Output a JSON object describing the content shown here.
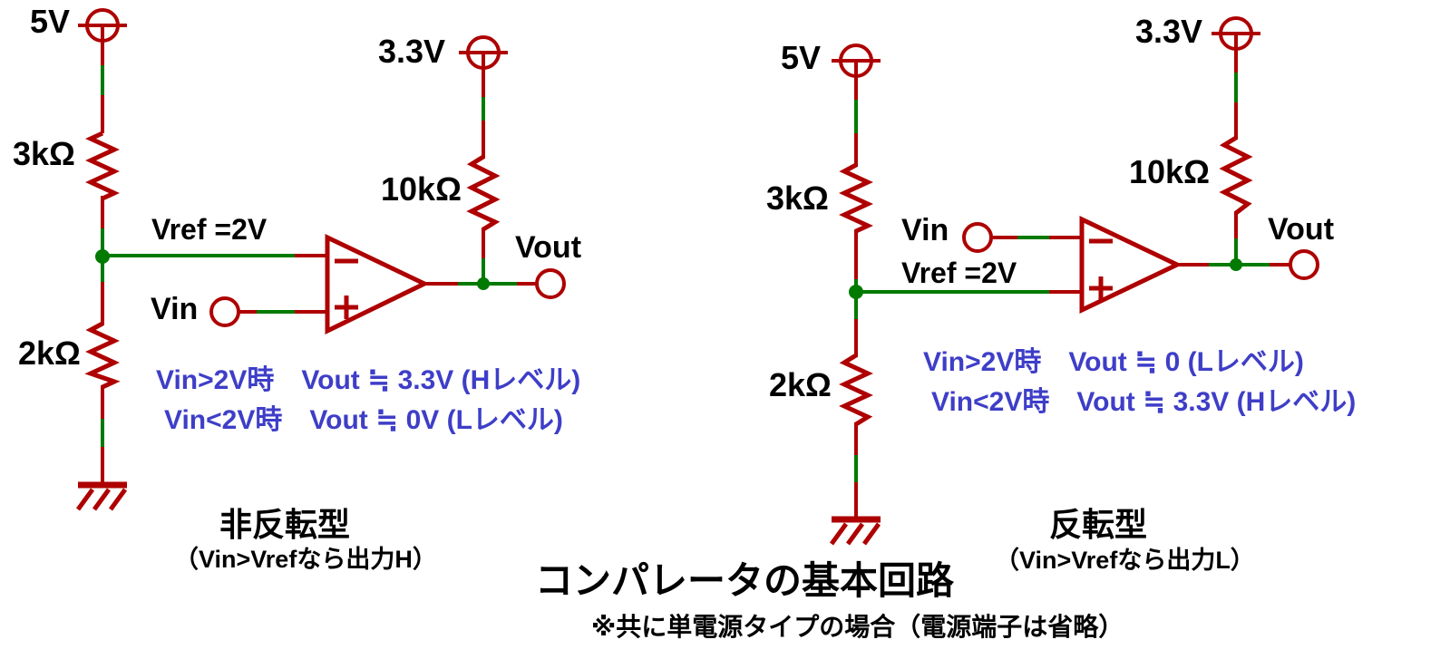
{
  "colors": {
    "wire_red": "#AE0000",
    "net_green": "#007A00",
    "note_blue": "#3E3EC8",
    "ink": "#000000"
  },
  "left": {
    "supply": "5V",
    "r1": "3kΩ",
    "r2": "2kΩ",
    "pullup_supply": "3.3V",
    "pullup_r": "10kΩ",
    "vref": "Vref =2V",
    "vin": "Vin",
    "vout": "Vout",
    "opamp": {
      "minus": "−",
      "plus": "+"
    },
    "behavior": [
      "Vin>2V時　Vout ≒ 3.3V (Hレベル)",
      "Vin<2V時　Vout ≒ 0V (Lレベル)"
    ],
    "type_label": "非反転型",
    "type_note": "（Vin>Vrefなら出力H）"
  },
  "right": {
    "supply": "5V",
    "r1": "3kΩ",
    "r2": "2kΩ",
    "pullup_supply": "3.3V",
    "pullup_r": "10kΩ",
    "vref": "Vref =2V",
    "vin": "Vin",
    "vout": "Vout",
    "opamp": {
      "minus": "−",
      "plus": "+"
    },
    "behavior": [
      "Vin>2V時　Vout ≒ 0 (Lレベル)",
      "Vin<2V時　Vout ≒ 3.3V (Hレベル)"
    ],
    "type_label": "反転型",
    "type_note": "（Vin>Vrefなら出力L）"
  },
  "caption": {
    "title": "コンパレータの基本回路",
    "note": "※共に単電源タイプの場合（電源端子は省略）"
  }
}
